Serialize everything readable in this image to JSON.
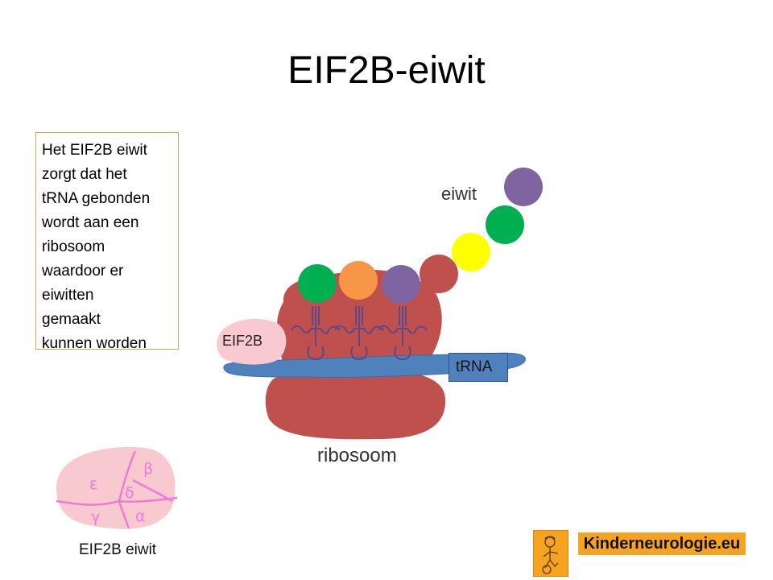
{
  "title": "EIF2B-eiwit",
  "info_box": {
    "lines": [
      "Het EIF2B eiwit",
      "zorgt dat het",
      "tRNA gebonden",
      "wordt aan een",
      "ribosoom",
      "waardoor er",
      "eiwitten",
      "gemaakt",
      "kunnen worden"
    ]
  },
  "diagram": {
    "eiwit_label": "eiwit",
    "eif2b_label": "EIF2B",
    "trna_label": "tRNA",
    "ribosoom_label": "ribosoom",
    "amino_acid_colors": [
      "#00b050",
      "#f79646",
      "#8064a2",
      "#c0504d",
      "#ffff00",
      "#00b050",
      "#8064a2"
    ],
    "colors": {
      "ribosome": "#c0504d",
      "mrna": "#4f81bd",
      "eif2b": "#f9c9d0",
      "trna_outline": "#5a4a8a"
    }
  },
  "legend": {
    "subunits": [
      "β",
      "ε",
      "δ",
      "γ",
      "α"
    ],
    "caption": "EIF2B eiwit",
    "colors": {
      "fill": "#f9c9d0",
      "lines": "#ee7bd8"
    }
  },
  "branding": {
    "logo_icon": "child-drawing-icon",
    "site": "Kinderneurologie.eu",
    "accent": "#f6a321"
  }
}
